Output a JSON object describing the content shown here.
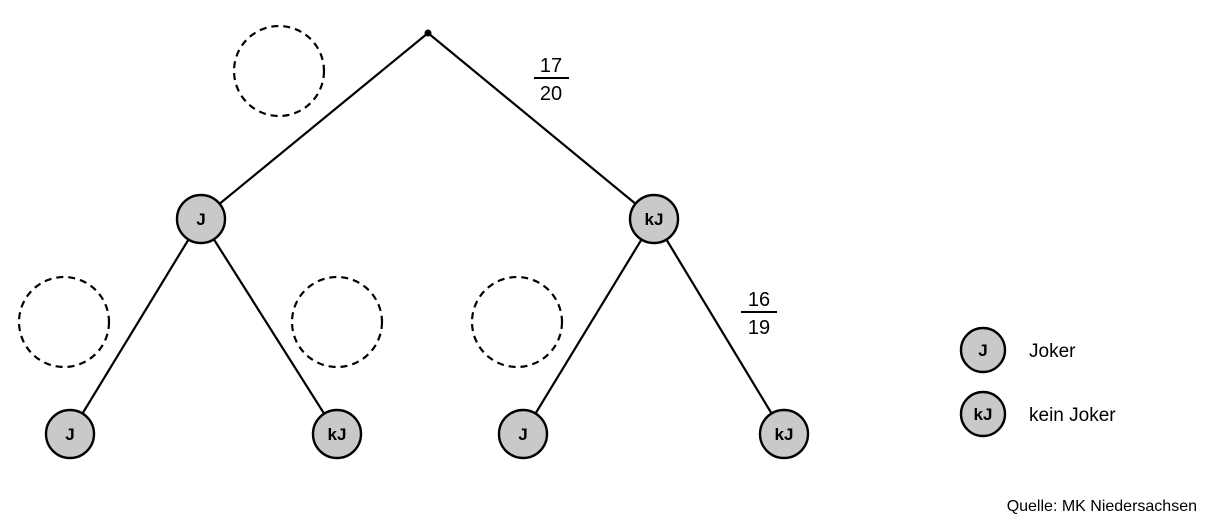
{
  "tree": {
    "root": "",
    "level1": {
      "left": {
        "label": "J"
      },
      "right": {
        "label": "kJ"
      }
    },
    "level2": [
      {
        "label": "J"
      },
      {
        "label": "kJ"
      },
      {
        "label": "J"
      },
      {
        "label": "kJ"
      }
    ],
    "edge_labels": {
      "root_right": {
        "numerator": "17",
        "denominator": "20"
      },
      "right_right": {
        "numerator": "16",
        "denominator": "19"
      }
    },
    "blank_fields": 4
  },
  "legend": {
    "items": [
      {
        "symbol": "J",
        "text": "Joker"
      },
      {
        "symbol": "kJ",
        "text": "kein Joker"
      }
    ]
  },
  "source": "Quelle: MK Niedersachsen",
  "colors": {
    "node_fill": "#c9c9c9",
    "stroke": "#000000",
    "background": "#ffffff"
  }
}
